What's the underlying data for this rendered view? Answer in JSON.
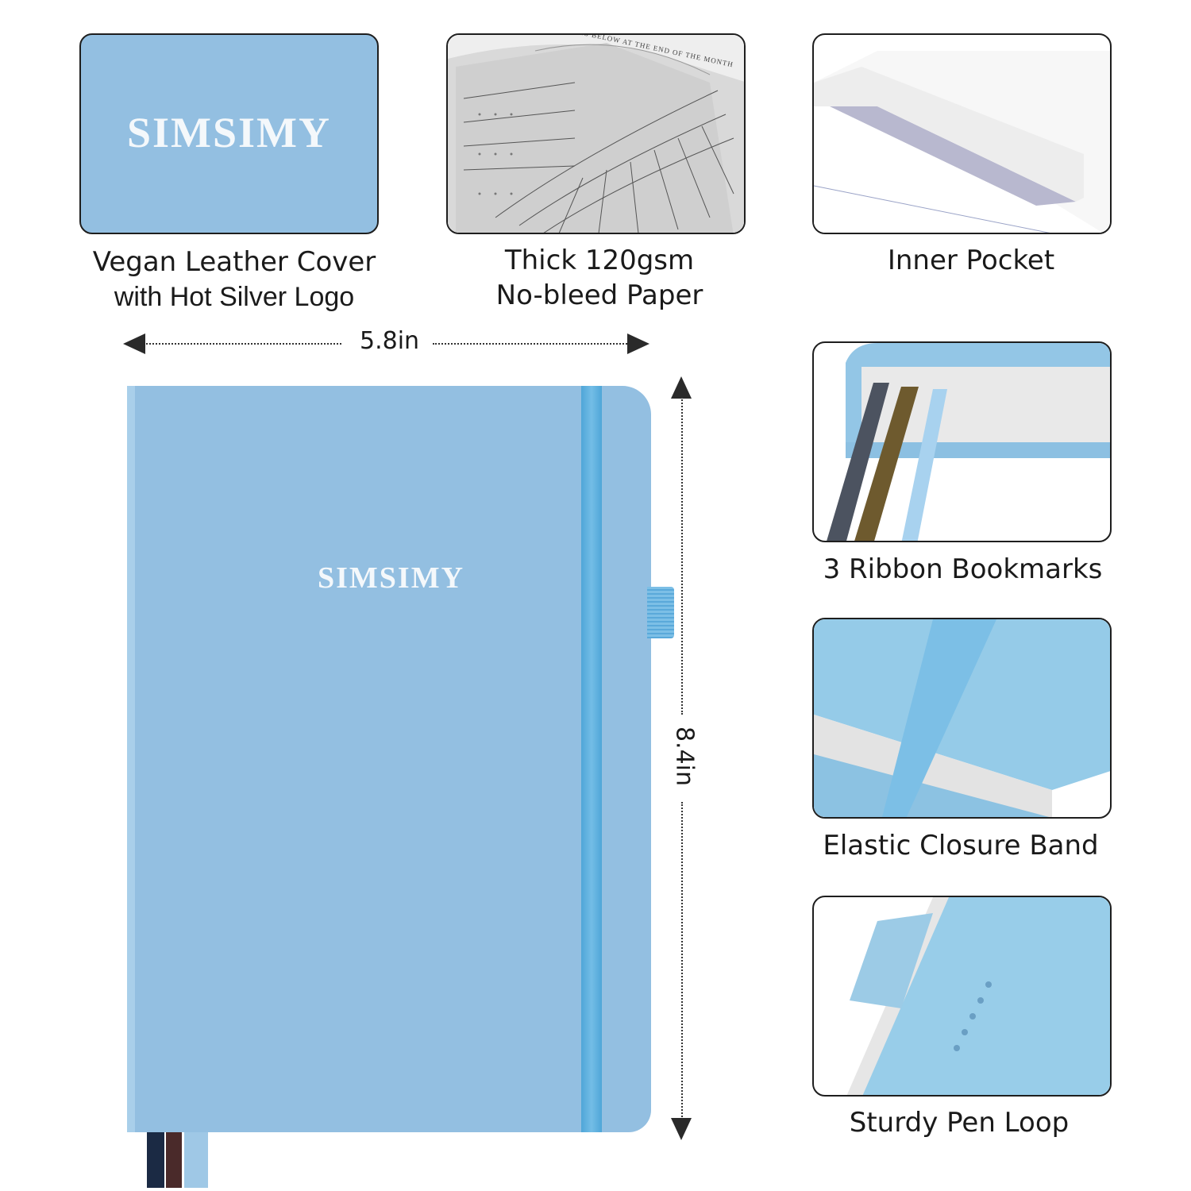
{
  "brand": "SIMSIMY",
  "colors": {
    "cover": "#93bfe1",
    "cover_dark": "#7fb0d6",
    "band": "#5fb3df",
    "frame": "#1e1e1e"
  },
  "features": [
    {
      "caption_line1": "Vegan Leather Cover",
      "caption_line2": "with Hot Silver Logo"
    },
    {
      "caption_line1": "Thick 120gsm",
      "caption_line2": "No-bleed Paper"
    },
    {
      "caption_line1": "Inner Pocket"
    },
    {
      "caption_line1": "3 Ribbon Bookmarks"
    },
    {
      "caption_line1": "Elastic Closure Band"
    },
    {
      "caption_line1": "Sturdy Pen Loop"
    }
  ],
  "dimensions": {
    "width": "5.8in",
    "height": "8.4in"
  },
  "paper_text": "TIONS BELOW AT THE END OF THE MONTH"
}
